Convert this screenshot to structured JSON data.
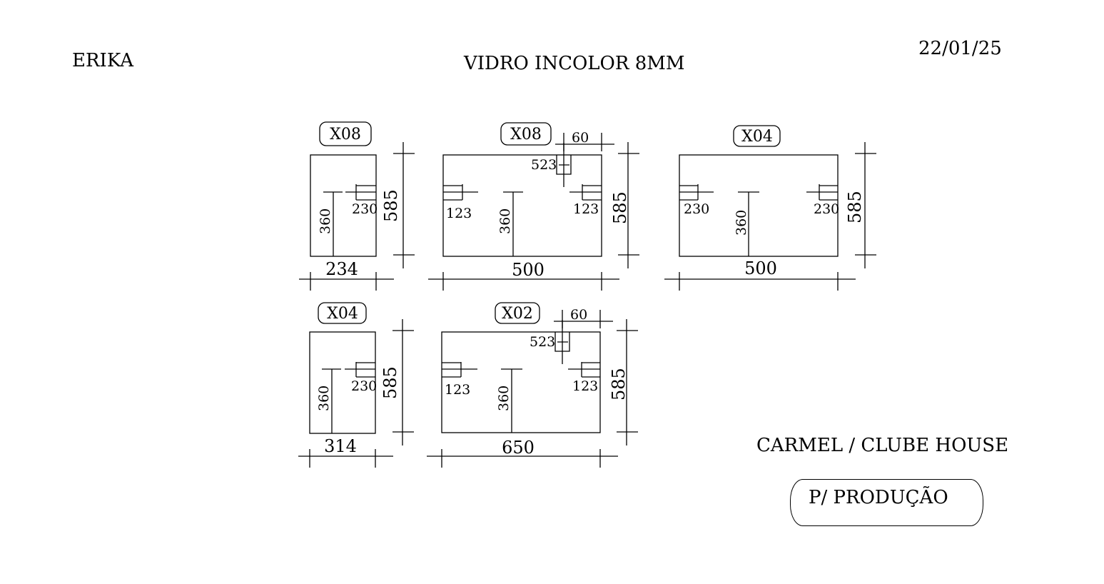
{
  "header": {
    "client": "ERIKA",
    "title": "VIDRO INCOLOR 8MM",
    "date": "22/01/25"
  },
  "footer": {
    "project": "CARMEL / CLUBE HOUSE",
    "status": "P/ PRODUÇÃO"
  },
  "pieces": [
    {
      "id": "p1",
      "qty": "X08",
      "width": "234",
      "height": "585",
      "hole_height": "360",
      "hole_right": "230"
    },
    {
      "id": "p2",
      "qty": "X08",
      "width": "500",
      "height": "585",
      "hole_height": "360",
      "hole_left": "123",
      "hole_right": "123",
      "top_notch_height": "523",
      "top_notch_offset": "60"
    },
    {
      "id": "p3",
      "qty": "X04",
      "width": "500",
      "height": "585",
      "hole_height": "360",
      "hole_left": "230",
      "hole_right": "230"
    },
    {
      "id": "p4",
      "qty": "X04",
      "width": "314",
      "height": "585",
      "hole_height": "360",
      "hole_right": "230"
    },
    {
      "id": "p5",
      "qty": "X02",
      "width": "650",
      "height": "585",
      "hole_height": "360",
      "hole_left": "123",
      "hole_right": "123",
      "top_notch_height": "523",
      "top_notch_offset": "60"
    }
  ]
}
